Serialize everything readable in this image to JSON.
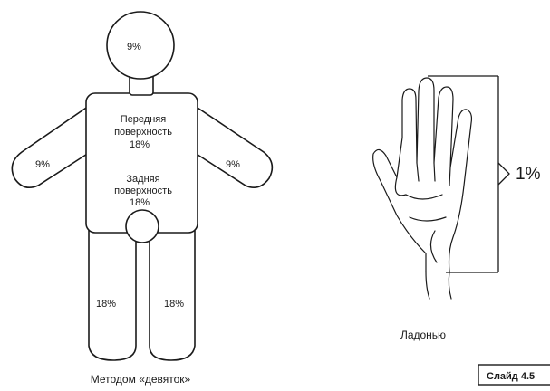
{
  "rule_of_nines": {
    "head": "9%",
    "torso_front_line1": "Передняя",
    "torso_front_line2": "поверхность",
    "torso_front_value": "18%",
    "torso_back_line1": "Задняя",
    "torso_back_line2": "поверхность",
    "torso_back_value": "18%",
    "left_arm": "9%",
    "right_arm": "9%",
    "left_leg": "18%",
    "right_leg": "18%",
    "caption": "Методом «девяток»"
  },
  "palm_method": {
    "value": "1%",
    "caption": "Ладонью"
  },
  "slide_label": "Слайд 4.5"
}
